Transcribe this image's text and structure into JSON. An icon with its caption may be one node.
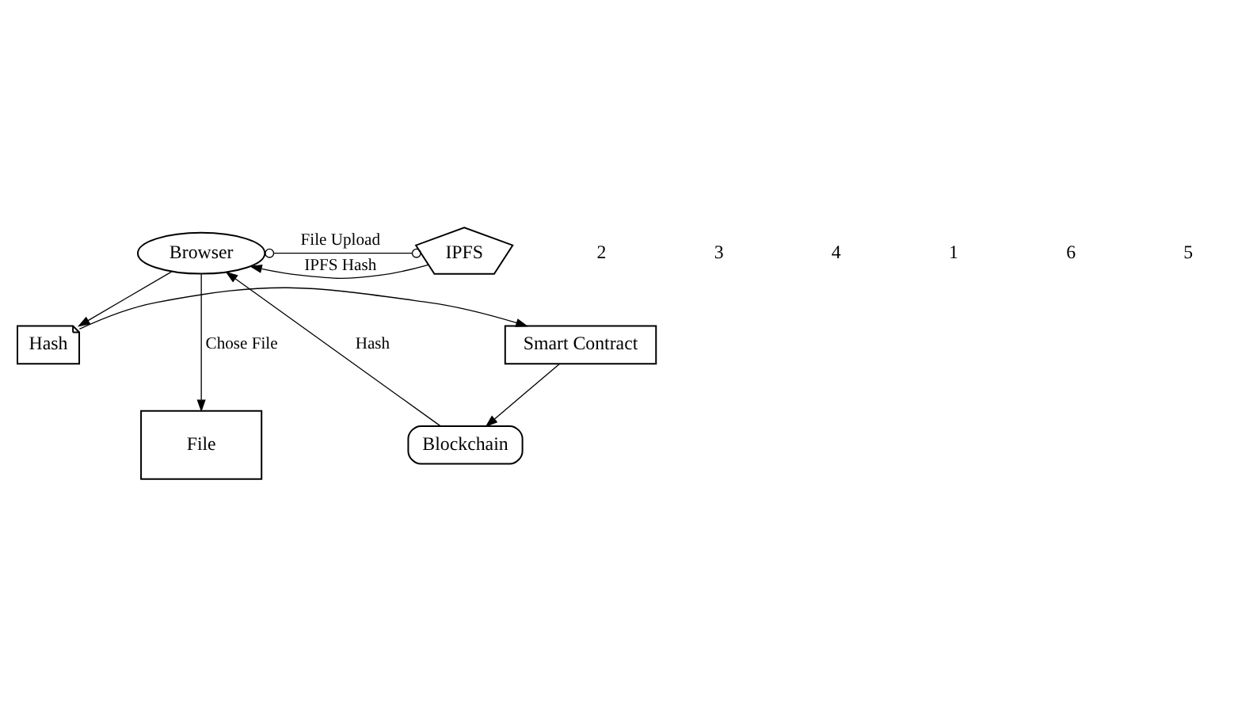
{
  "diagram": {
    "nodes": [
      {
        "text": [
          "Browser"
        ]
      },
      {
        "text": [
          "IPFS"
        ]
      },
      {
        "text": [
          "Hash"
        ]
      },
      {
        "text": [
          "Smart Contract"
        ]
      },
      {
        "text": [
          "File"
        ]
      },
      {
        "text": [
          "Blockchain"
        ]
      }
    ],
    "edges": [
      {
        "from": 0,
        "to": 1,
        "arrow": "other",
        "label": "File Upload"
      },
      {
        "from": 1,
        "to": 0,
        "arrow": "to",
        "label": "IPFS Hash"
      },
      {
        "from": 0,
        "to": 2,
        "arrow": "to"
      },
      {
        "from": 0,
        "to": 4,
        "arrow": "to",
        "label": "Chose File"
      },
      {
        "from": 2,
        "to": 3,
        "arrow": "to"
      },
      {
        "from": 3,
        "to": 5,
        "arrow": "to"
      },
      {
        "from": 5,
        "to": 0,
        "arrow": "to",
        "label": "Hash"
      }
    ],
    "labels": [
      "2",
      "3",
      "4",
      "1",
      "6",
      "5"
    ]
  }
}
